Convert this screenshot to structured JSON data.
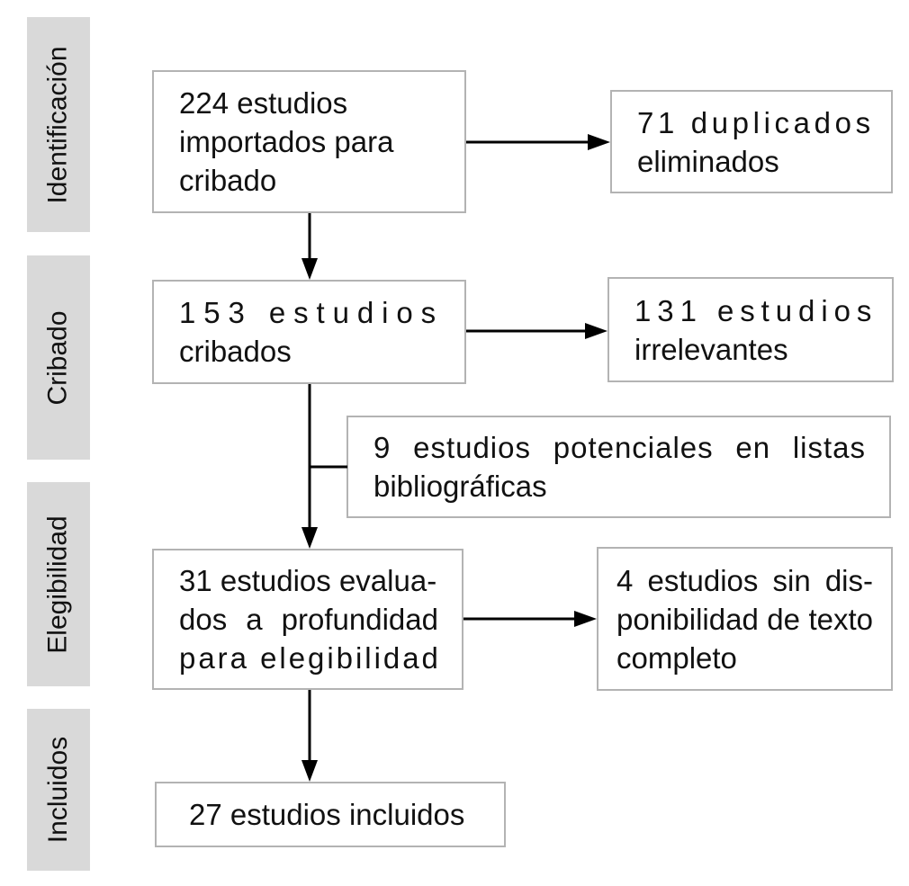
{
  "stages": [
    {
      "id": "identificacion",
      "label": "Identificación"
    },
    {
      "id": "cribado",
      "label": "Cribado"
    },
    {
      "id": "elegibilidad",
      "label": "Elegibilidad"
    },
    {
      "id": "incluidos",
      "label": "Incluidos"
    }
  ],
  "boxes": {
    "imported": {
      "count": 224,
      "text": "224 estudios importados para cribado",
      "lines": [
        "224 estudios",
        "importados para",
        "cribado"
      ]
    },
    "duplicados": {
      "count": 71,
      "text": "71 duplicados eliminados",
      "lines": [
        "71 duplicados",
        "eliminados"
      ]
    },
    "cribados": {
      "count": 153,
      "text": "153 estudios cribados",
      "lines": [
        "153 estudios",
        "cribados"
      ]
    },
    "irrelevantes": {
      "count": 131,
      "text": "131 estudios irrelevantes",
      "lines": [
        "131 estudios",
        "irrelevantes"
      ]
    },
    "potenciales": {
      "count": 9,
      "text": "9 estudios potenciales en listas bibliográficas",
      "lines": [
        "9 estudios potenciales en listas",
        "bibliográficas"
      ]
    },
    "evaluados": {
      "count": 31,
      "text": "31 estudios evaluados a profundidad para elegibilidad",
      "lines": [
        "31 estudios evalua-",
        "dos a profundidad",
        "para elegibilidad"
      ]
    },
    "sin_texto": {
      "count": 4,
      "text": "4 estudios sin disponibilidad de texto completo",
      "lines": [
        "4 estudios sin dis-",
        "ponibilidad de texto",
        "completo"
      ]
    },
    "incluidos": {
      "count": 27,
      "text": "27 estudios incluidos",
      "lines": [
        "27 estudios incluidos"
      ]
    }
  },
  "colors": {
    "stage_bg": "#d9d9d9",
    "box_border": "#b3b3b3",
    "box_bg": "#ffffff",
    "arrow": "#000000",
    "text": "#111111",
    "page_bg": "#ffffff"
  }
}
